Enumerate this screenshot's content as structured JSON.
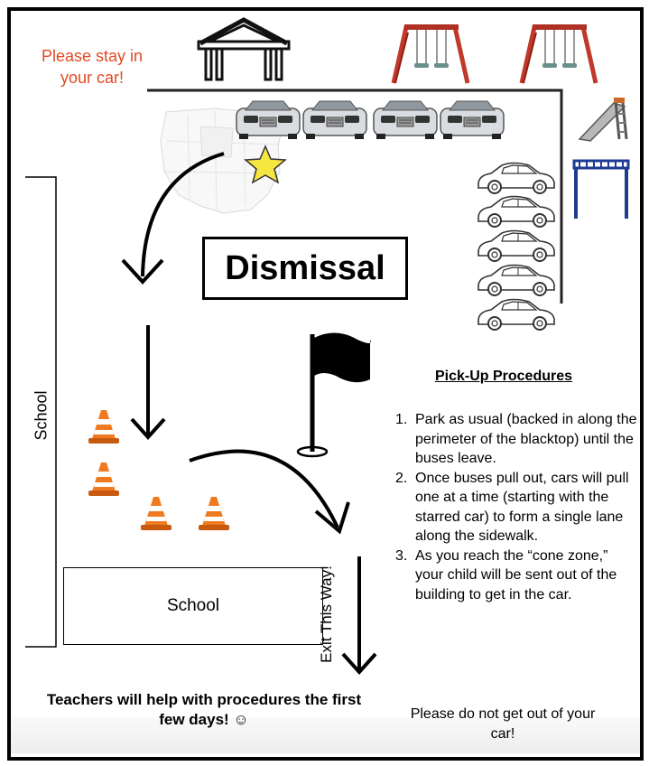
{
  "stay_note": "Please stay in your car!",
  "title": "Dismissal",
  "school_side_label": "School",
  "school_box_label": "School",
  "exit_label": "Exit This Way!",
  "procedures": {
    "title": "Pick-Up Procedures",
    "steps": [
      {
        "num": "1.",
        "text": "Park as usual (backed in along the perimeter of the blacktop) until the buses leave."
      },
      {
        "num": "2.",
        "text": "Once buses pull out, cars will pull one at a time (starting with the starred car) to form a single lane along the sidewalk."
      },
      {
        "num": "3.",
        "text": "As you reach the “cone zone,” your child will be sent out of the building to get in the car."
      }
    ]
  },
  "teacher_note": "Teachers will help with procedures the first few days! ☺",
  "car_note": "Please do not get out of your car!",
  "colors": {
    "accent": "#e24a24",
    "swing_frame": "#c0392b",
    "monkey_bars": "#1f3a93",
    "cone": "#f07a1f",
    "star": "#f5e642"
  },
  "icons": [
    "pavilion-icon",
    "swing-set-icon",
    "slide-icon",
    "monkey-bars-icon",
    "car-icon",
    "us-map-icon",
    "star-icon",
    "flag-icon",
    "traffic-cone-icon"
  ]
}
